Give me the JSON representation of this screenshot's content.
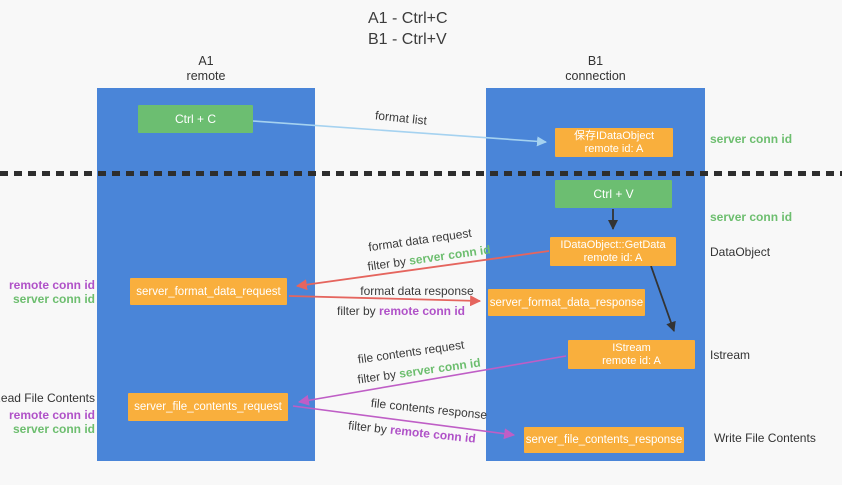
{
  "title": {
    "line1": "A1 - Ctrl+C",
    "line2": "B1 - Ctrl+V"
  },
  "lanes": {
    "a1": {
      "name": "A1",
      "subtitle": "remote"
    },
    "b1": {
      "name": "B1",
      "subtitle": "connection"
    }
  },
  "nodes": {
    "ctrl_c": {
      "label": "Ctrl + C"
    },
    "save_idataobject": {
      "line1": "保存IDataObject",
      "line2": "remote id: A"
    },
    "ctrl_v": {
      "label": "Ctrl + V"
    },
    "getdata": {
      "line1": "IDataObject::GetData",
      "line2": "remote id: A"
    },
    "format_request": {
      "label": "server_format_data_request"
    },
    "format_response": {
      "label": "server_format_data_response"
    },
    "istream": {
      "line1": "IStream",
      "line2": "remote id: A"
    },
    "file_request": {
      "label": "server_file_contents_request"
    },
    "file_response": {
      "label": "server_file_contents_response"
    }
  },
  "flow_labels": {
    "format_list": "format list",
    "format_data_request": "format data request",
    "format_request_filter_prefix": "filter by ",
    "format_request_filter_key": "server conn id",
    "format_data_response": "format data response",
    "format_response_filter_prefix": "filter by ",
    "format_response_filter_key": "remote conn id",
    "file_contents_request": "file contents request",
    "file_request_filter_prefix": "filter by ",
    "file_request_filter_key": "server conn id",
    "file_contents_response": "file contents response",
    "file_response_filter_prefix": "filter by ",
    "file_response_filter_key": "remote conn id"
  },
  "left_labels": {
    "remote_conn_id_top": "remote conn id",
    "server_conn_id_top": "server conn id",
    "read_file_contents": "Read File Contents",
    "remote_conn_id_bottom": "remote conn id",
    "server_conn_id_bottom": "server conn id"
  },
  "right_labels": {
    "server_conn_id_top": "server conn id",
    "server_conn_id_mid": "server conn id",
    "dataobject": "DataObject",
    "istream": "Istream",
    "write_file_contents": "Write File Contents"
  },
  "colors": {
    "lane_blue": "#4a85d8",
    "node_green": "#6cbe71",
    "node_orange": "#f9af3d",
    "arrow_red": "#e5655e",
    "arrow_magenta": "#bf5ec6",
    "arrow_light_blue": "#a5d2f0",
    "arrow_black": "#333333",
    "label_green": "#6dbe6f",
    "label_purple": "#b052c8",
    "dotted_line": "#2e2e2e"
  }
}
